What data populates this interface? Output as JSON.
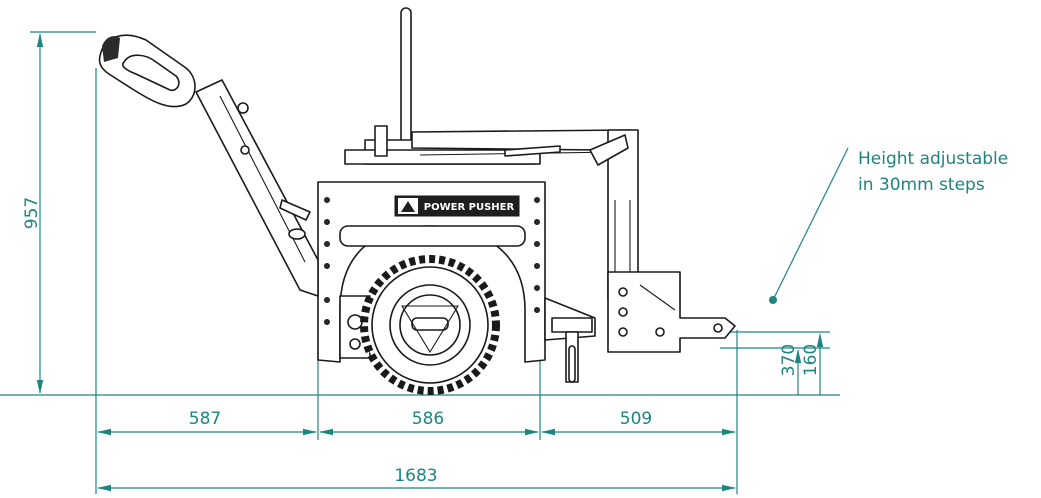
{
  "dimensions": {
    "overall_height": "957",
    "rear_to_wheel": "587",
    "wheel_to_front": "586",
    "front_to_hitch": "509",
    "overall_length": "1683",
    "hitch_height_max": "370",
    "hitch_height_min": "160"
  },
  "annotation": {
    "line1": "Height adjustable",
    "line2": "in 30mm steps"
  },
  "plate": {
    "label": "POWER PUSHER"
  },
  "colors": {
    "dimension": "#1d8580",
    "ink": "#1a1a1a"
  }
}
